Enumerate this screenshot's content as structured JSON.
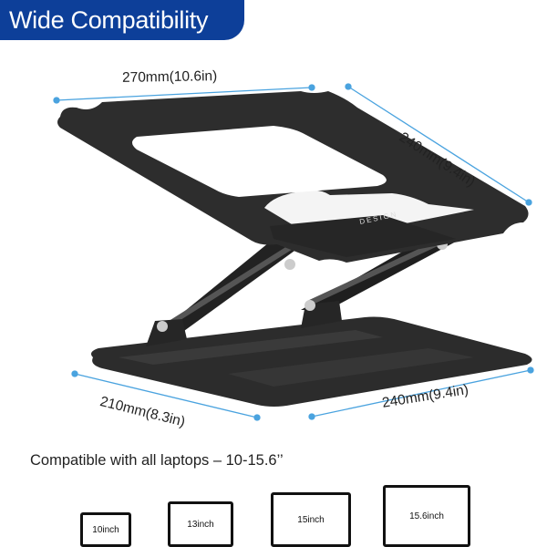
{
  "banner": {
    "title": "Wide Compatibility"
  },
  "dimensions": {
    "top_width": "270mm(10.6in)",
    "top_depth": "240mm(9.4in)",
    "base_depth": "210mm(8.3in)",
    "base_width": "240mm(9.4in)"
  },
  "brand_mark": "DESIGN",
  "compatibility": {
    "text": "Compatible with all laptops – 10-15.6’’"
  },
  "laptops": [
    {
      "label": "10inch"
    },
    {
      "label": "13inch"
    },
    {
      "label": "15inch"
    },
    {
      "label": "15.6inch"
    }
  ],
  "colors": {
    "banner": "#0d3f99",
    "accent_line": "#4aa3df",
    "stand": "#2b2b2b"
  }
}
